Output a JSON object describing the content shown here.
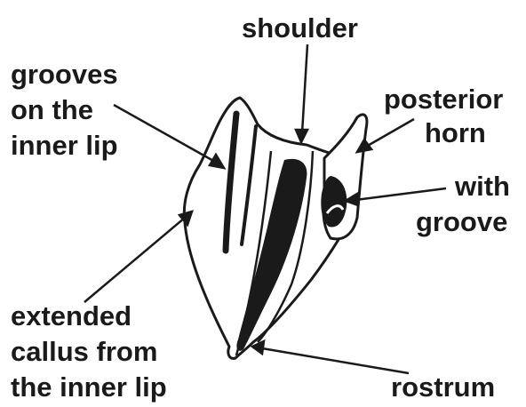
{
  "labels": {
    "shoulder": "shoulder",
    "grooves": [
      "grooves",
      "on the",
      "inner lip"
    ],
    "posterior_horn": [
      "posterior",
      "horn"
    ],
    "with_groove": [
      "with",
      "groove"
    ],
    "extended_callus": [
      "extended",
      "callus from",
      "the inner lip"
    ],
    "rostrum": "rostrum"
  },
  "colors": {
    "ink": "#1a1a1a",
    "background": "#ffffff"
  }
}
